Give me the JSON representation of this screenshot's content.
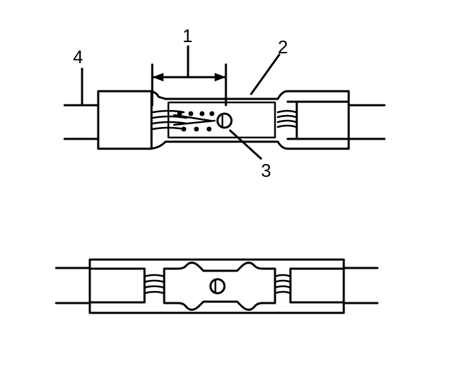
{
  "callouts": {
    "one": "1",
    "two": "2",
    "three": "3",
    "four": "4"
  },
  "colors": {
    "ink": "#000000",
    "paper": "#ffffff"
  }
}
